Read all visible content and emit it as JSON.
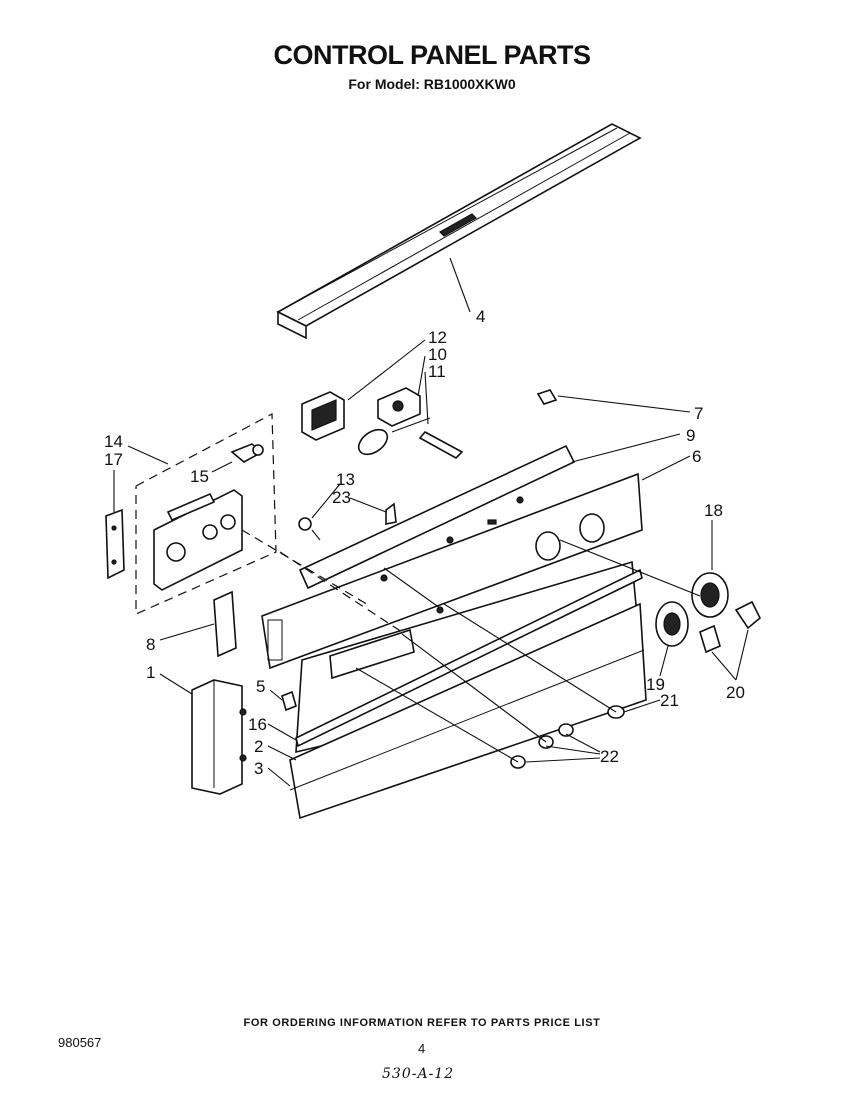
{
  "title": "CONTROL PANEL PARTS",
  "subtitle": "For Model: RB1000XKW0",
  "footer_note": "FOR ORDERING INFORMATION REFER TO PARTS PRICE LIST",
  "doc_number": "980567",
  "page_number": "4",
  "handwritten_code": "530-A-12",
  "callouts": {
    "c4": "4",
    "c12": "12",
    "c10": "10",
    "c11": "11",
    "c7": "7",
    "c9": "9",
    "c6": "6",
    "c14": "14",
    "c17": "17",
    "c15": "15",
    "c13": "13",
    "c23": "23",
    "c18": "18",
    "c8": "8",
    "c1": "1",
    "c5": "5",
    "c16": "16",
    "c2": "2",
    "c3": "3",
    "c19": "19",
    "c21": "21",
    "c20": "20",
    "c22": "22"
  }
}
